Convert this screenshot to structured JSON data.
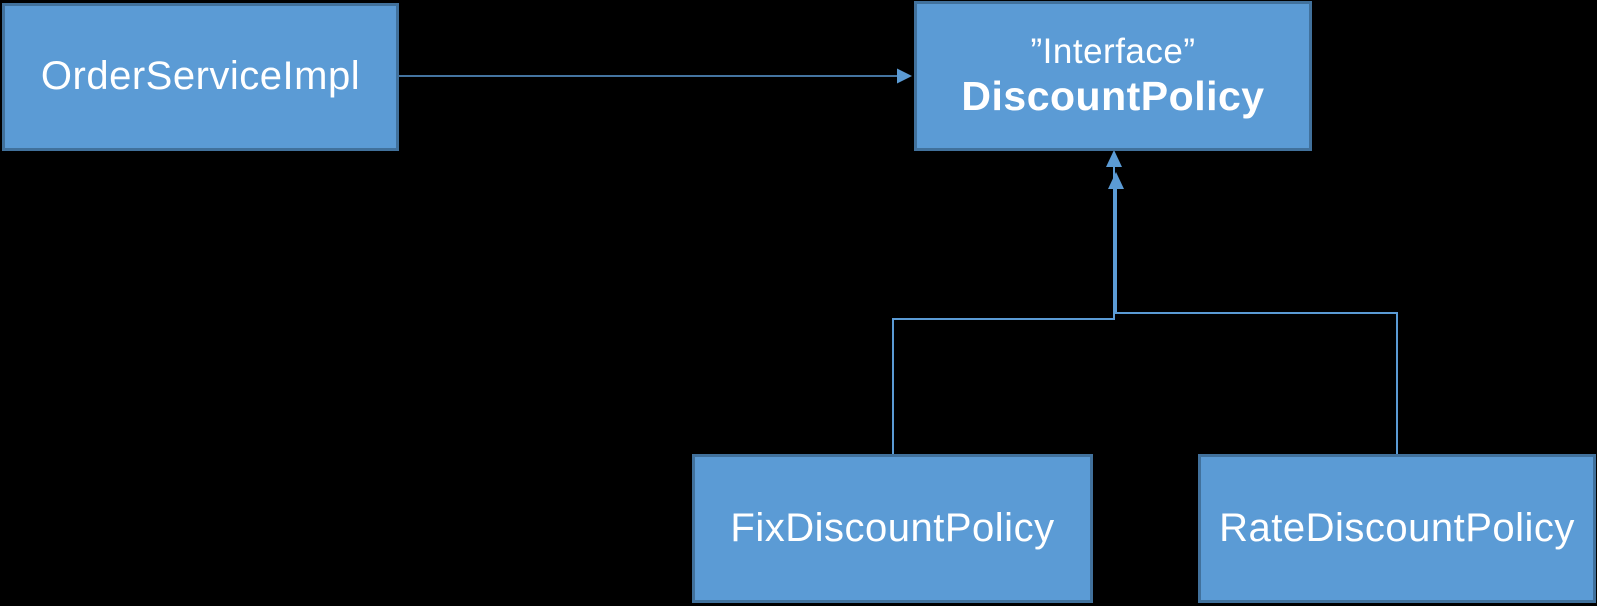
{
  "theme": {
    "background_color": "#000000",
    "node_fill": "#5b9bd5",
    "node_border": "#41719c",
    "node_text": "#ffffff",
    "connector_color": "#5b9bd5"
  },
  "nodes": {
    "order_service_impl": {
      "label": "OrderServiceImpl"
    },
    "discount_policy": {
      "stereotype": "”Interface”",
      "label": "DiscountPolicy"
    },
    "fix_discount_policy": {
      "label": "FixDiscountPolicy"
    },
    "rate_discount_policy": {
      "label": "RateDiscountPolicy"
    }
  },
  "edges": [
    {
      "from": "OrderServiceImpl",
      "to": "DiscountPolicy",
      "kind": "dependency"
    },
    {
      "from": "FixDiscountPolicy",
      "to": "DiscountPolicy",
      "kind": "implements"
    },
    {
      "from": "RateDiscountPolicy",
      "to": "DiscountPolicy",
      "kind": "implements"
    }
  ]
}
